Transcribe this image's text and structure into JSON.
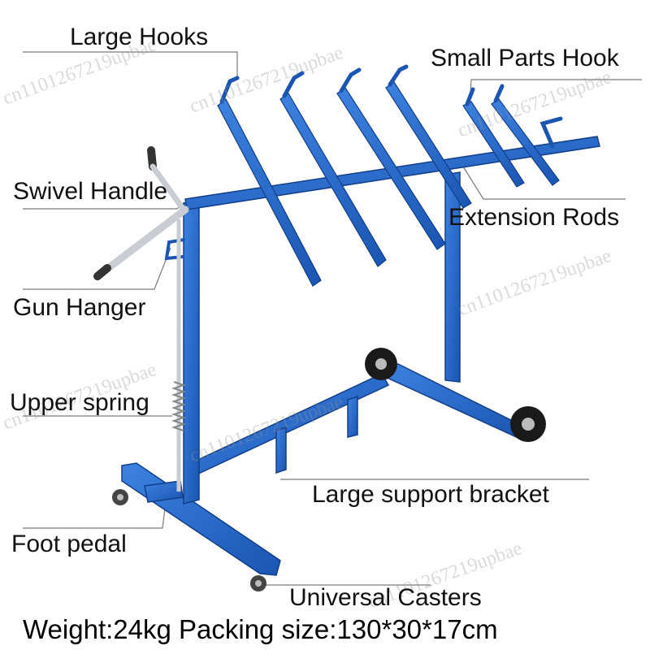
{
  "labels": {
    "large_hooks": "Large Hooks",
    "small_parts_hook": "Small Parts Hook",
    "swivel_handle": "Swivel Handle",
    "extension_rods": "Extension Rods",
    "gun_hanger": "Gun Hanger",
    "upper_spring": "Upper spring",
    "large_support_bracket": "Large support bracket",
    "foot_pedal": "Foot pedal",
    "universal_casters": "Universal Casters"
  },
  "footer": {
    "specs": "Weight:24kg Packing size:130*30*17cm"
  },
  "watermark": {
    "text": "cn1101267219upbae"
  },
  "colors": {
    "frame_blue": "#1f5fc0",
    "frame_edge": "#123f88",
    "handle_silver": "#c9ccd2",
    "leader_line": "#7a7a7a",
    "wheel_black": "#1a1a1a"
  }
}
